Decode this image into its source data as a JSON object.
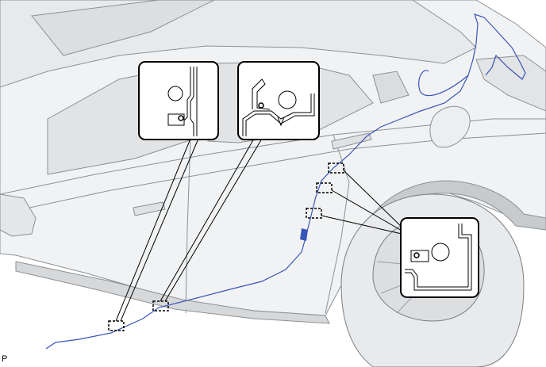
{
  "figure": {
    "corner_label": "P",
    "colors": {
      "car_body": "#f1f2f3",
      "car_shade": "#d6d8da",
      "car_edge": "#8d9194",
      "harness": "#3a55b8",
      "callout_border": "#000000",
      "clip_marker": "#000000"
    },
    "detail_callouts": [
      {
        "id": "clip-detail-front-door",
        "icon": "wire-clip-icon"
      },
      {
        "id": "clip-detail-rear-door",
        "icon": "wire-clip-icon"
      },
      {
        "id": "clip-detail-rear-quarter",
        "icon": "wire-clip-icon"
      }
    ],
    "clip_markers": [
      {
        "id": "clip-marker-rocker-front"
      },
      {
        "id": "clip-marker-rocker-rear"
      },
      {
        "id": "clip-marker-quarter-1"
      },
      {
        "id": "clip-marker-quarter-2"
      },
      {
        "id": "clip-marker-quarter-3"
      }
    ]
  }
}
